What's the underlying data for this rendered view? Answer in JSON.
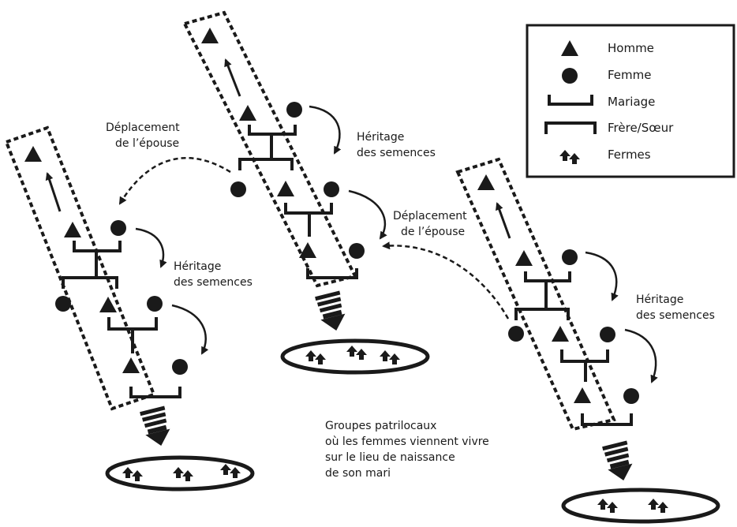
{
  "legend": {
    "man": "Homme",
    "woman": "Femme",
    "marriage": "Mariage",
    "siblings": "Frère/Sœur",
    "farms": "Fermes"
  },
  "labels": {
    "wife_move_1a": "Déplacement",
    "wife_move_1b": "de l’épouse",
    "wife_move_2a": "Déplacement",
    "wife_move_2b": "de l’épouse",
    "inherit_left_a": "Héritage",
    "inherit_left_b": "des semences",
    "inherit_mid_a": "Héritage",
    "inherit_mid_b": "des semences",
    "inherit_right_a": "Héritage",
    "inherit_right_b": "des semences",
    "caption_1": "Groupes patrilocaux",
    "caption_2": "où les femmes viennent vivre",
    "caption_3": "sur le lieu de naissance",
    "caption_4": "de son mari"
  },
  "icons": {
    "man": "triangle-icon",
    "woman": "circle-icon",
    "marriage": "marriage-bracket-icon",
    "siblings": "sibling-bracket-icon",
    "farm": "farm-arrow-icon"
  }
}
